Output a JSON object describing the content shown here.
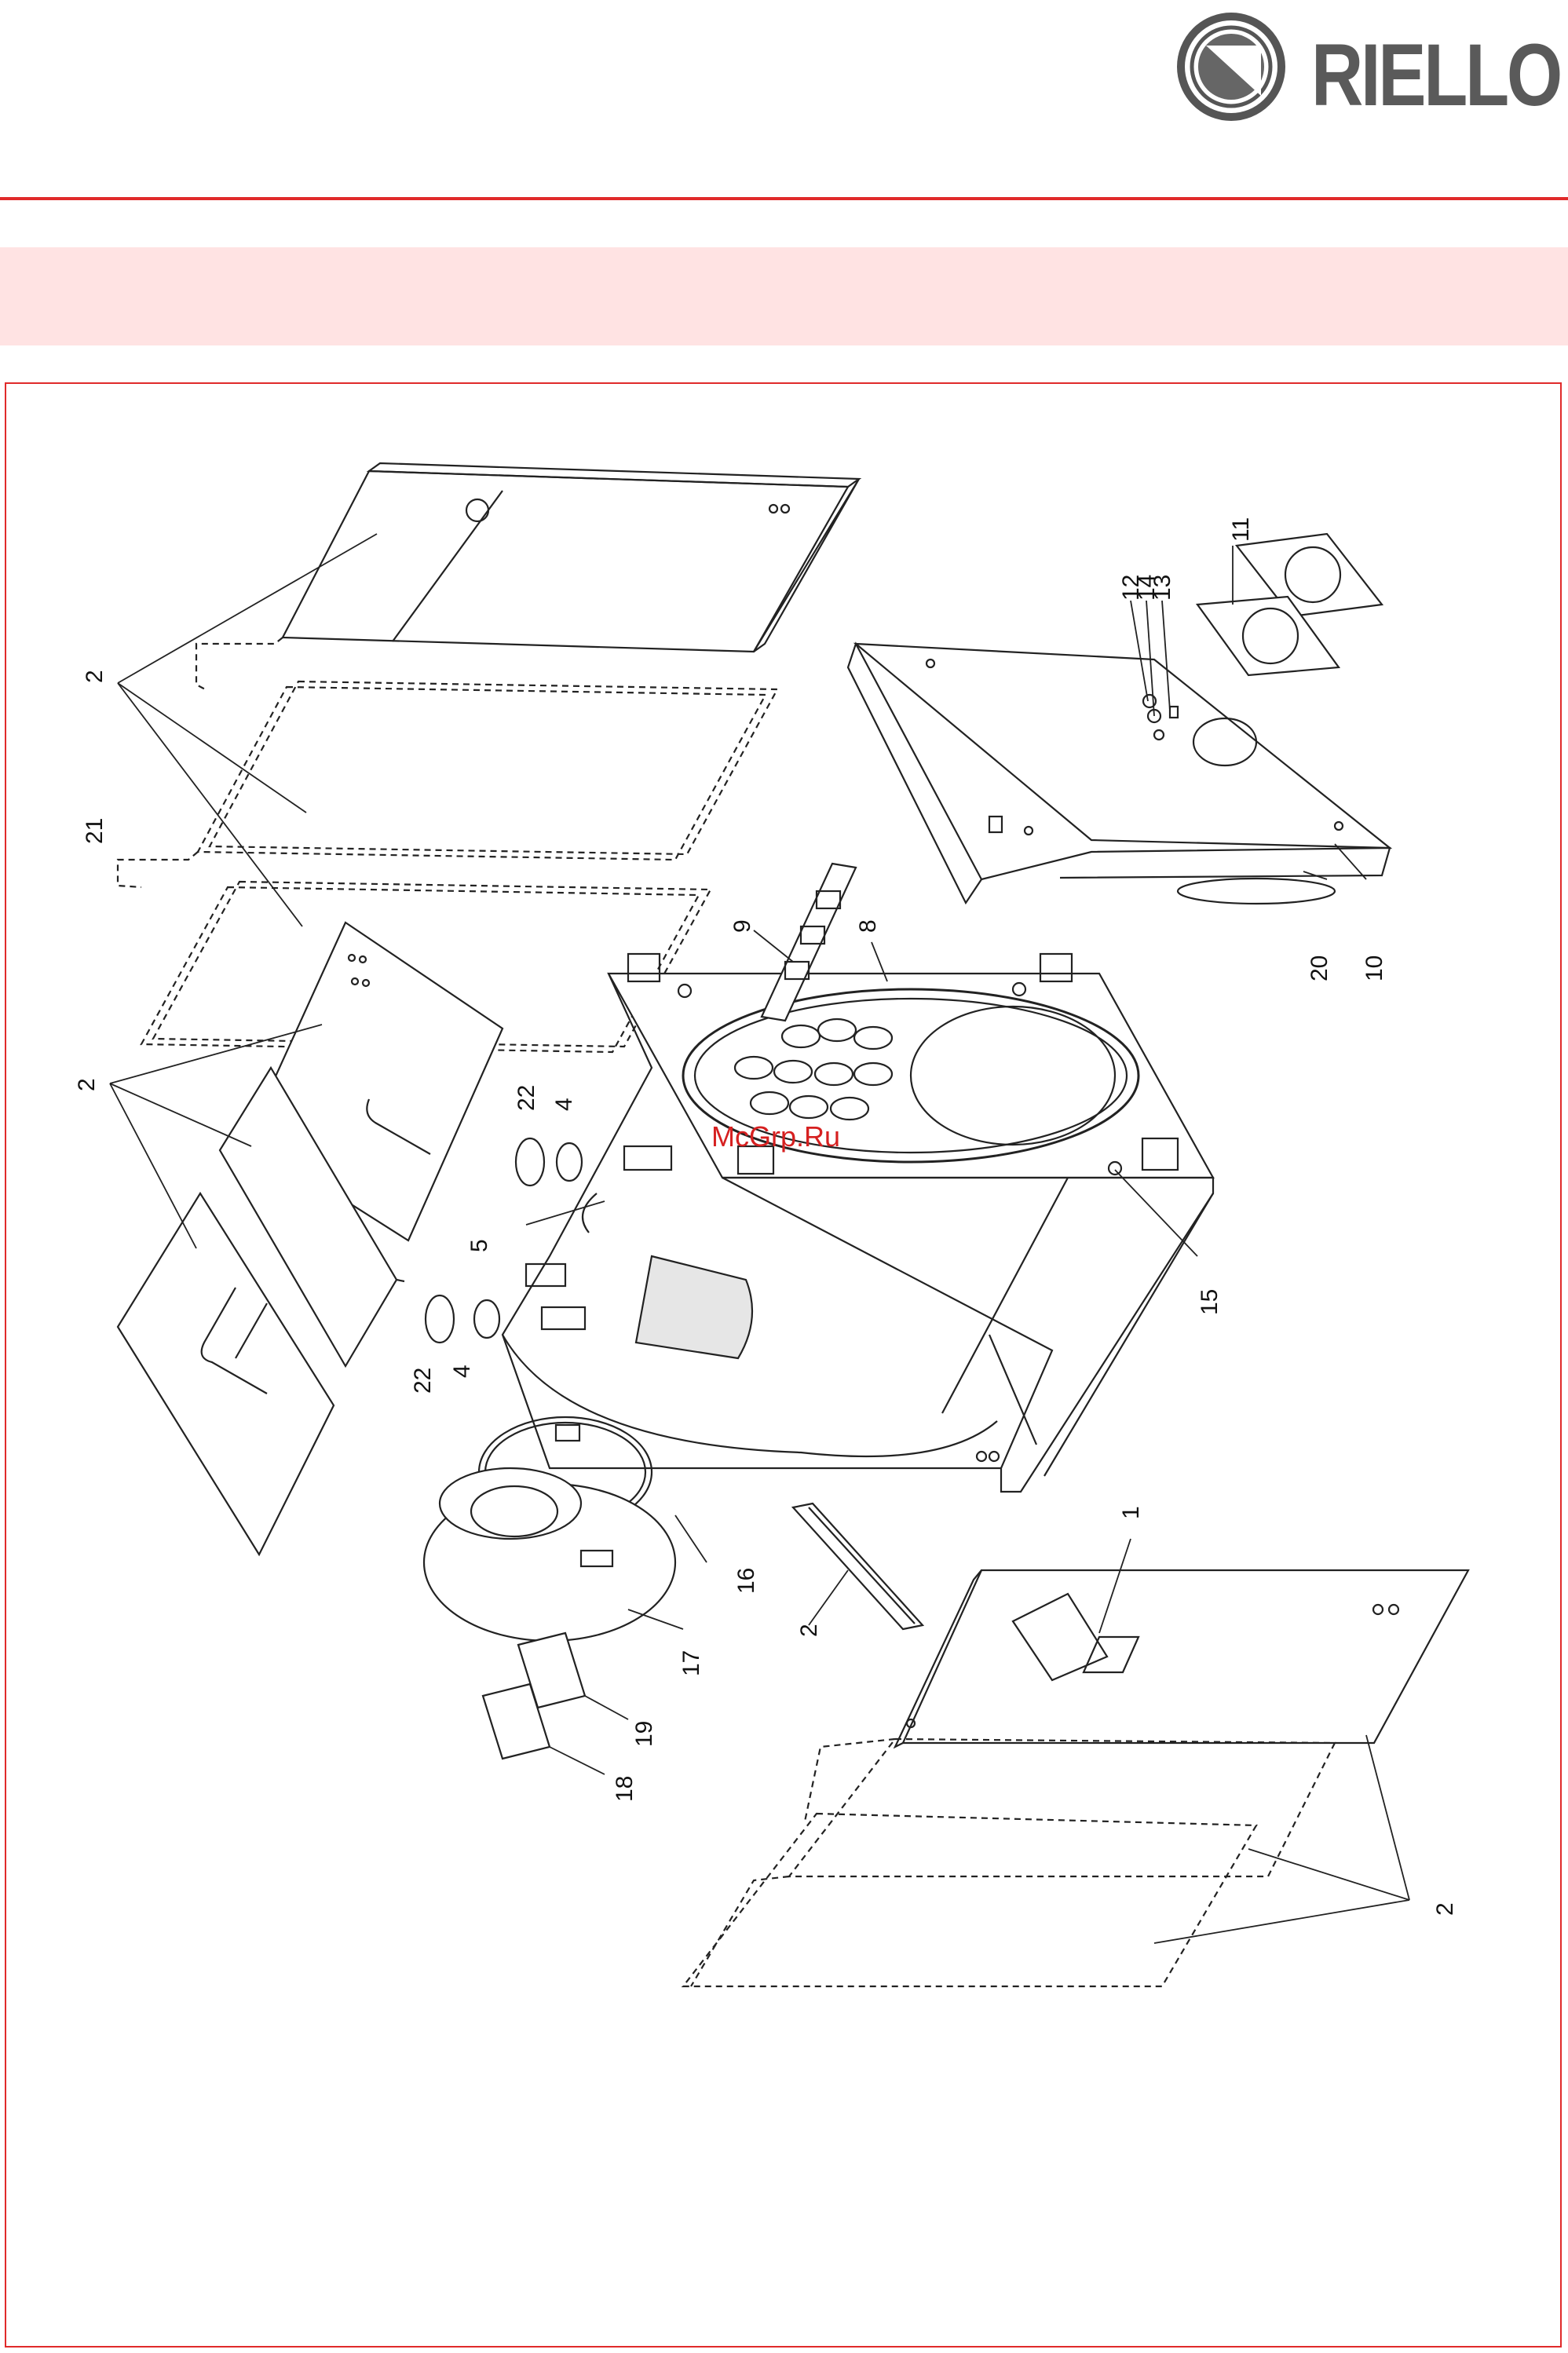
{
  "header": {
    "brand": "RIELLO",
    "logo_icon": "riello-emblem-icon",
    "accent_color": "#e02a2a",
    "band_color": "#ffe3e3"
  },
  "watermark": "McGrp.Ru",
  "callouts": {
    "c1": "1",
    "c2a": "2",
    "c2b": "2",
    "c2c": "2",
    "c2d": "2",
    "c4a": "4",
    "c4b": "4",
    "c5": "5",
    "c8": "8",
    "c9": "9",
    "c10": "10",
    "c11": "11",
    "c12": "12",
    "c13": "13",
    "c14": "14",
    "c15": "15",
    "c16": "16",
    "c17": "17",
    "c18": "18",
    "c19": "19",
    "c20": "20",
    "c21": "21",
    "c22a": "22",
    "c22b": "22"
  }
}
